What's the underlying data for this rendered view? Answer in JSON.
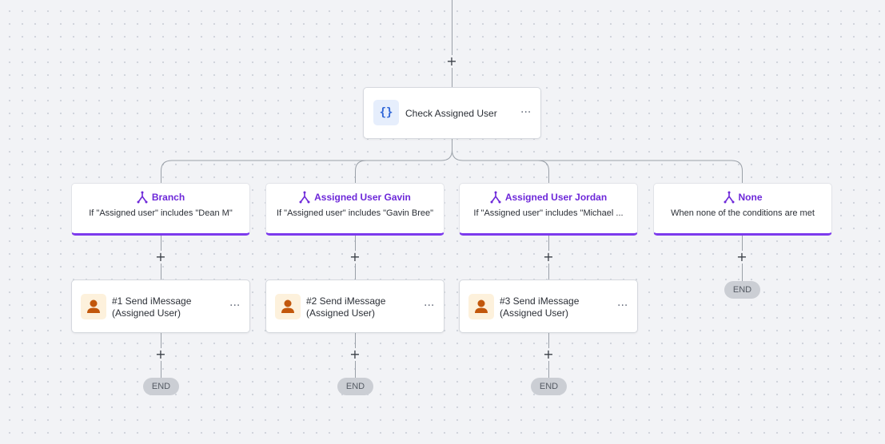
{
  "check_node": {
    "icon": "code-braces-icon",
    "icon_text": "{}",
    "title": "Check Assigned User",
    "menu": "···"
  },
  "add_symbol": "+",
  "branches": [
    {
      "title": "Branch",
      "condition": "If \"Assigned user\" includes \"Dean M\"",
      "icon": "branch-icon",
      "action": {
        "label_line1": "#1 Send iMessage",
        "label_line2": "(Assigned User)",
        "icon": "person-icon",
        "menu": "···"
      },
      "end_label": "END"
    },
    {
      "title": "Assigned User Gavin",
      "condition": "If \"Assigned user\" includes \"Gavin Bree\"",
      "icon": "branch-icon",
      "action": {
        "label_line1": "#2 Send iMessage",
        "label_line2": "(Assigned User)",
        "icon": "person-icon",
        "menu": "···"
      },
      "end_label": "END"
    },
    {
      "title": "Assigned User Jordan",
      "condition": "If \"Assigned user\" includes \"Michael ...",
      "icon": "branch-icon",
      "action": {
        "label_line1": "#3 Send iMessage",
        "label_line2": "(Assigned User)",
        "icon": "person-icon",
        "menu": "···"
      },
      "end_label": "END"
    },
    {
      "title": "None",
      "condition": "When none of the conditions are met",
      "icon": "branch-icon",
      "end_label": "END"
    }
  ],
  "colors": {
    "accent": "#7c3aed",
    "code_icon": "#2f66d8",
    "person_icon": "#c2570c",
    "end_pill": "#cbced4"
  }
}
